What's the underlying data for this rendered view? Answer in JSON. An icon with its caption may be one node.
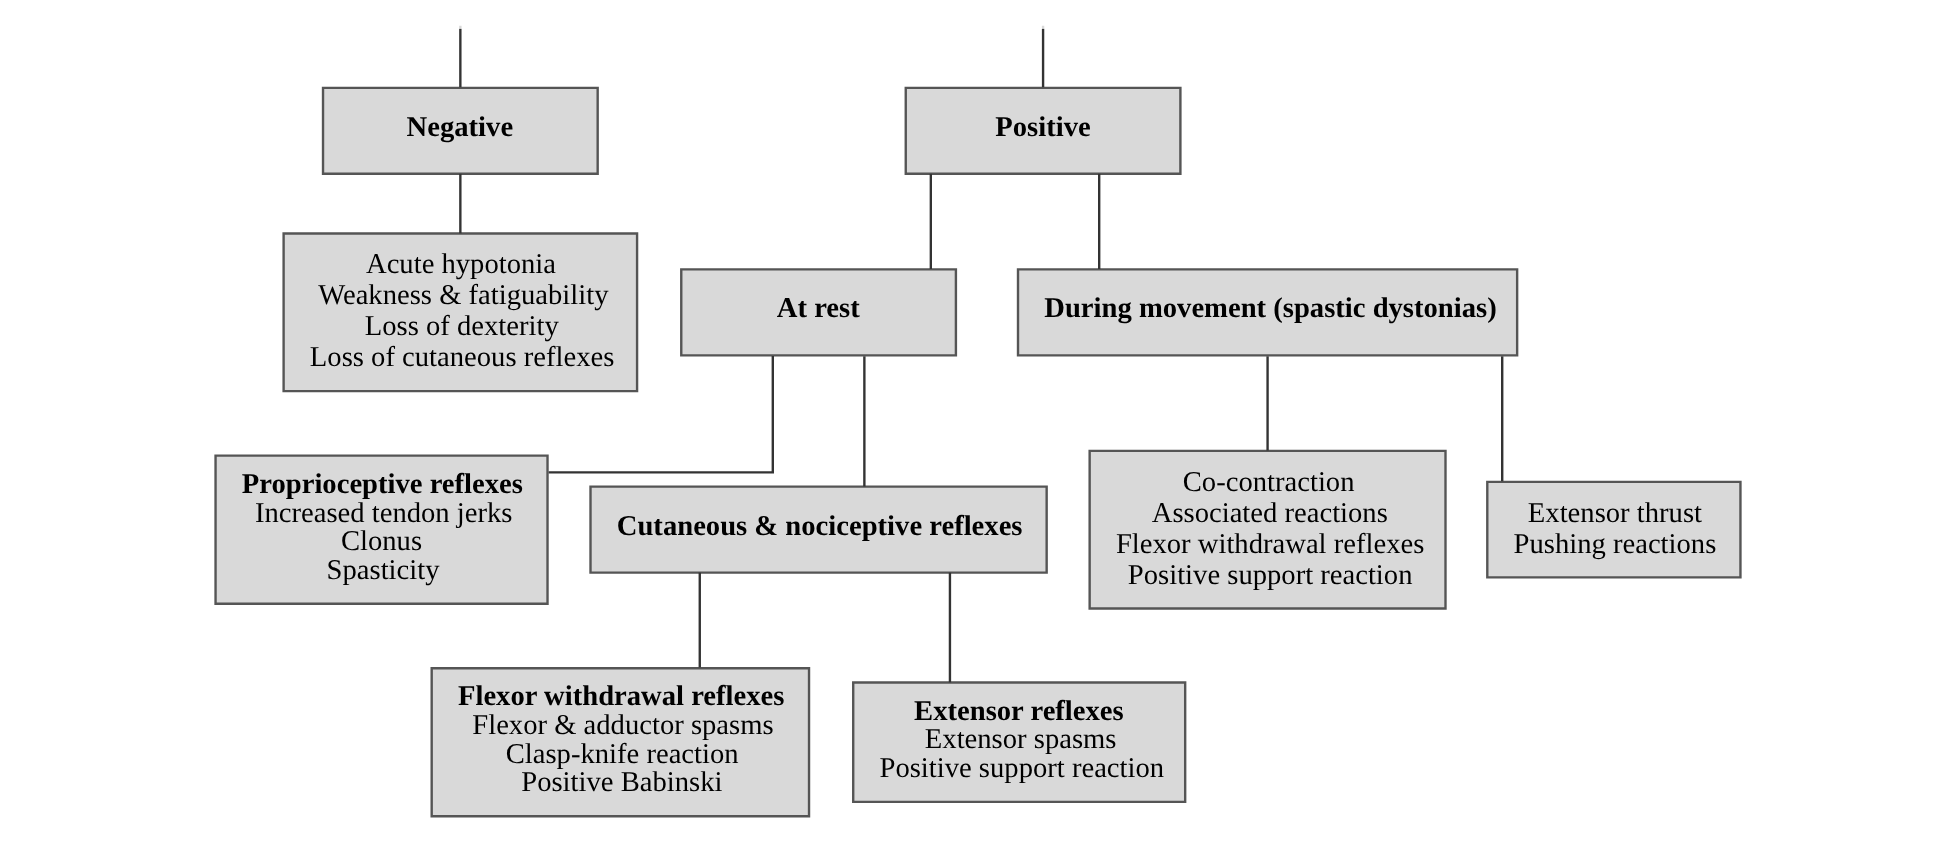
{
  "diagram": {
    "nodes": [
      {
        "text": [
          "Negative"
        ]
      },
      {
        "text": [
          "Positive"
        ]
      },
      {
        "text": [
          "Acute hypotonia",
          "Weakness & fatiguability",
          "Loss of dexterity",
          "Loss of cutaneous reflexes"
        ]
      },
      {
        "text": [
          "At rest"
        ]
      },
      {
        "text": [
          "During movement (spastic dystonias)"
        ]
      },
      {
        "text": [
          "Proprioceptive reflexes",
          "Increased tendon jerks",
          "Clonus",
          "Spasticity"
        ]
      },
      {
        "text": [
          "Cutaneous & nociceptive reflexes"
        ]
      },
      {
        "text": [
          "Co-contraction",
          "Associated reactions",
          "Flexor withdrawal reflexes",
          "Positive support reaction"
        ]
      },
      {
        "text": [
          "Extensor thrust",
          "Pushing reactions"
        ]
      },
      {
        "text": [
          "Flexor withdrawal reflexes",
          "Flexor & adductor spasms",
          "Clasp-knife reaction",
          "Positive Babinski"
        ]
      },
      {
        "text": [
          "Extensor reflexes",
          "Extensor spasms",
          "Positive support reaction"
        ]
      }
    ],
    "edges": [
      {
        "from": null,
        "to": 0,
        "arrow": "none"
      },
      {
        "from": null,
        "to": 1,
        "arrow": "none"
      },
      {
        "from": 0,
        "to": 2,
        "arrow": "none"
      },
      {
        "from": 1,
        "to": 3,
        "arrow": "none"
      },
      {
        "from": 1,
        "to": 4,
        "arrow": "none"
      },
      {
        "from": 3,
        "to": 5,
        "arrow": "none"
      },
      {
        "from": 3,
        "to": 6,
        "arrow": "none"
      },
      {
        "from": 4,
        "to": 7,
        "arrow": "none"
      },
      {
        "from": 4,
        "to": 8,
        "arrow": "none"
      },
      {
        "from": 6,
        "to": 9,
        "arrow": "none"
      },
      {
        "from": 6,
        "to": 10,
        "arrow": "none"
      }
    ]
  }
}
